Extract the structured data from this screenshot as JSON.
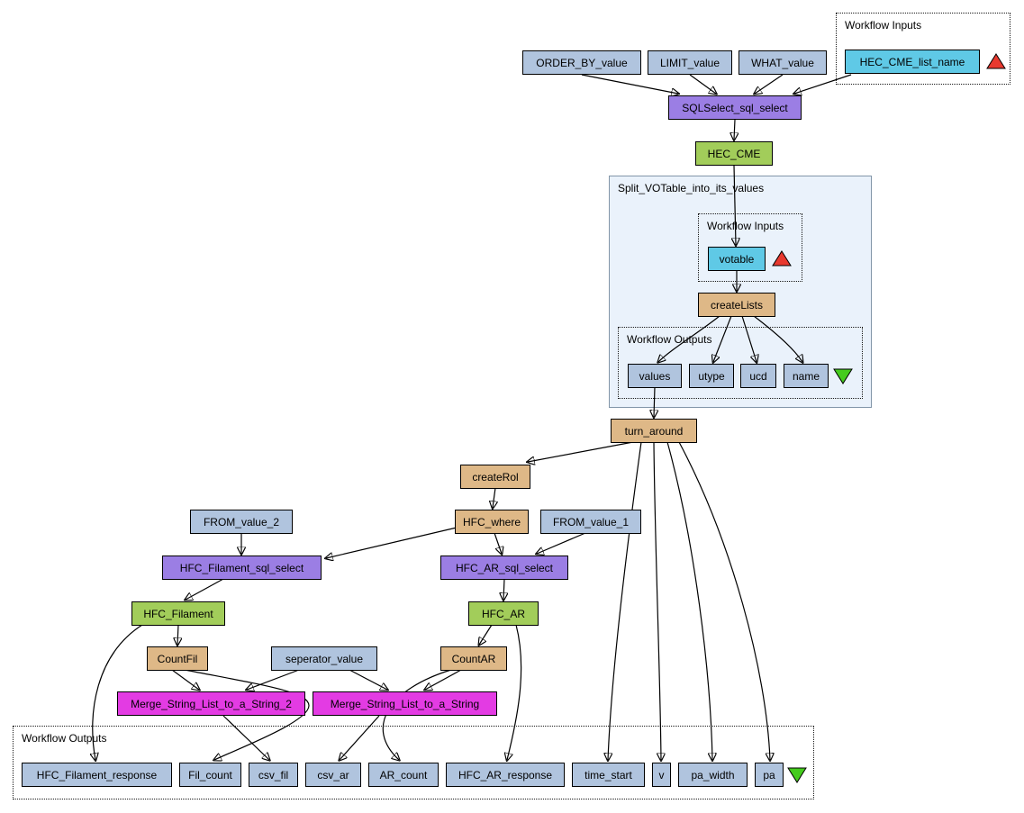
{
  "colors": {
    "canvas-bg": "#ffffff",
    "port-blue": "#b0c4de",
    "input-cyan": "#5fc9e6",
    "processor-tan": "#deb887",
    "sql-purple": "#9b7ee4",
    "service-green": "#a2cd5a",
    "merge-magenta": "#e33be3",
    "nested-bg": "#eaf2fb",
    "triangle-red": "#e8392f",
    "triangle-green": "#45cc1e",
    "edge-black": "#000000"
  },
  "groups": {
    "top_inputs_title": "Workflow Inputs",
    "nested_workflow_title": "Split_VOTable_into_its_values",
    "nested_inputs_title": "Workflow Inputs",
    "nested_outputs_title": "Workflow Outputs",
    "bottom_outputs_title": "Workflow Outputs"
  },
  "nodes": {
    "order_by_value": "ORDER_BY_value",
    "limit_value": "LIMIT_value",
    "what_value": "WHAT_value",
    "hec_cme_list_name": "HEC_CME_list_name",
    "sqlselect_sql_select": "SQLSelect_sql_select",
    "hec_cme": "HEC_CME",
    "votable": "votable",
    "createlists": "createLists",
    "values": "values",
    "utype": "utype",
    "ucd": "ucd",
    "name": "name",
    "turn_around": "turn_around",
    "createrol": "createRol",
    "hfc_where": "HFC_where",
    "from_value_1": "FROM_value_1",
    "from_value_2": "FROM_value_2",
    "hfc_filament_sql_select": "HFC_Filament_sql_select",
    "hfc_ar_sql_select": "HFC_AR_sql_select",
    "hfc_filament": "HFC_Filament",
    "hfc_ar": "HFC_AR",
    "countfil": "CountFil",
    "seperator_value": "seperator_value",
    "countar": "CountAR",
    "merge_string_list_to_a_string_2": "Merge_String_List_to_a_String_2",
    "merge_string_list_to_a_string": "Merge_String_List_to_a_String",
    "hfc_filament_response": "HFC_Filament_response",
    "fil_count": "Fil_count",
    "csv_fil": "csv_fil",
    "csv_ar": "csv_ar",
    "ar_count": "AR_count",
    "hfc_ar_response": "HFC_AR_response",
    "time_start": "time_start",
    "v": "v",
    "pa_width": "pa_width",
    "pa": "pa"
  }
}
